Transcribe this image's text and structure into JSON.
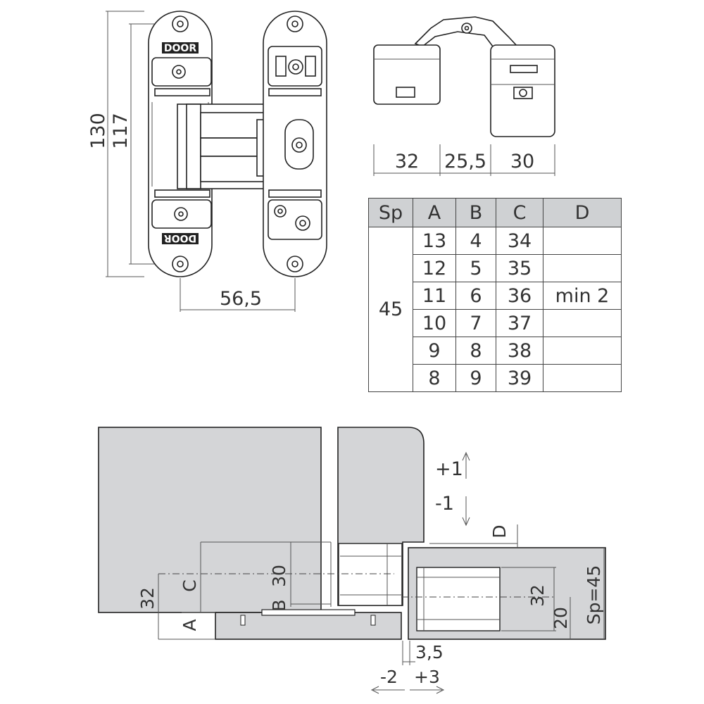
{
  "hinge_front": {
    "door_label": "DOOR",
    "dim_height_outer": "130",
    "dim_height_inner": "117",
    "dim_width": "56,5"
  },
  "hinge_top": {
    "dim_left": "32",
    "dim_mid": "25,5",
    "dim_right": "30"
  },
  "spec_table": {
    "headers": [
      "Sp",
      "A",
      "B",
      "C",
      "D"
    ],
    "sp_value": "45",
    "d_value": "min 2",
    "rows": [
      [
        "13",
        "4",
        "34"
      ],
      [
        "12",
        "5",
        "35"
      ],
      [
        "11",
        "6",
        "36"
      ],
      [
        "10",
        "7",
        "37"
      ],
      [
        "9",
        "8",
        "38"
      ],
      [
        "8",
        "9",
        "39"
      ]
    ]
  },
  "section": {
    "adj_up": "+1",
    "adj_down": "-1",
    "label_D": "D",
    "label_C": "C",
    "label_B": "B",
    "label_A": "A",
    "dim_30": "30",
    "dim_32_left": "32",
    "dim_32_right": "32",
    "dim_20": "20",
    "dim_sp": "Sp=45",
    "dim_3_5": "3,5",
    "adj_left": "-2",
    "adj_right": "+3"
  },
  "colors": {
    "line": "#222222",
    "fill_grey": "#d4d5d7",
    "header_grey": "#cfd1d3"
  }
}
